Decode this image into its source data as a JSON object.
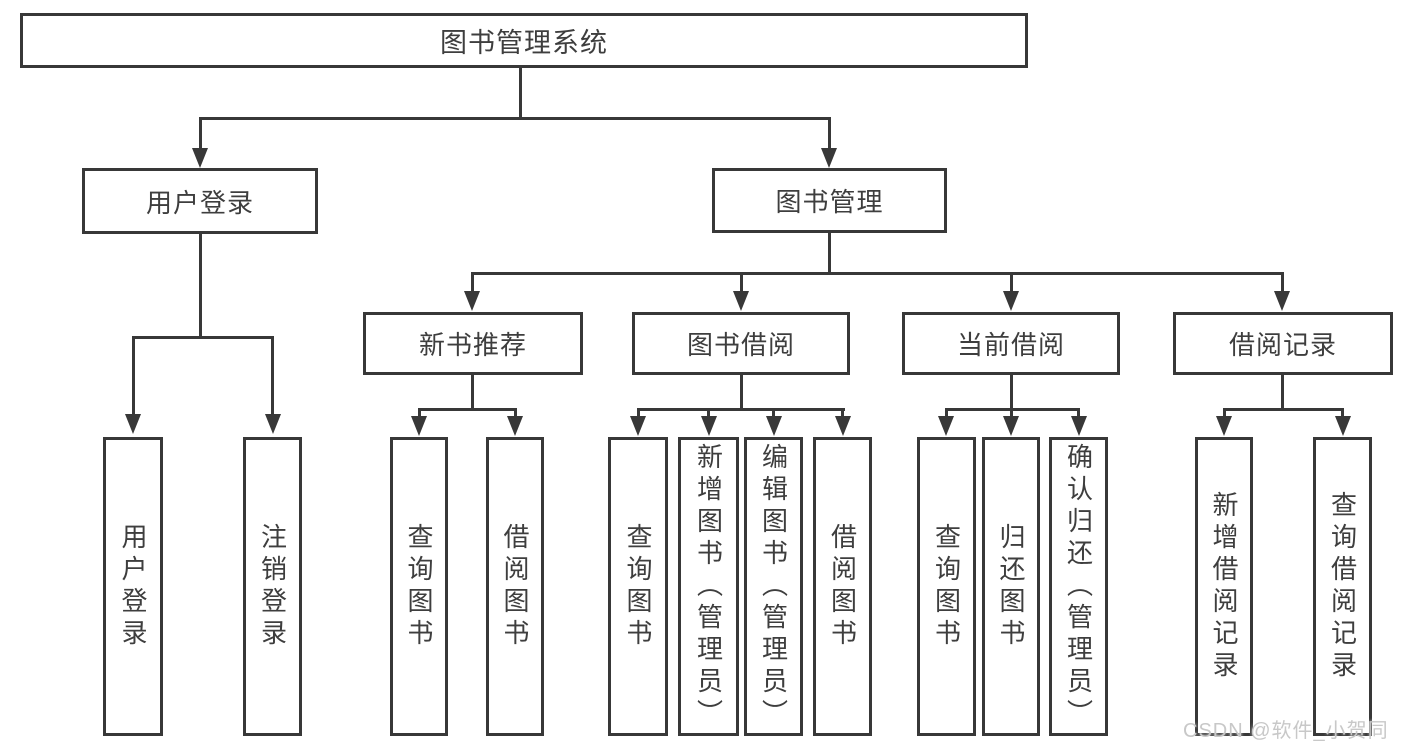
{
  "hierarchy": {
    "title": "图书管理系统",
    "branches": [
      {
        "label": "用户登录",
        "leaves": [
          "用户登录",
          "注销登录"
        ]
      },
      {
        "label": "图书管理",
        "groups": [
          {
            "label": "新书推荐",
            "leaves": [
              "查询图书",
              "借阅图书"
            ]
          },
          {
            "label": "图书借阅",
            "leaves": [
              "查询图书",
              "新增图书（管理员）",
              "编辑图书（管理员）",
              "借阅图书"
            ]
          },
          {
            "label": "当前借阅",
            "leaves": [
              "查询图书",
              "归还图书",
              "确认归还（管理员）"
            ]
          },
          {
            "label": "借阅记录",
            "leaves": [
              "新增借阅记录",
              "查询借阅记录"
            ]
          }
        ]
      }
    ]
  },
  "watermark": "CSDN @软件_小贺同学",
  "colors": {
    "line": "#383838",
    "text": "#3e3e3e",
    "watermark": "#c8c8c8",
    "background": "#ffffff"
  }
}
